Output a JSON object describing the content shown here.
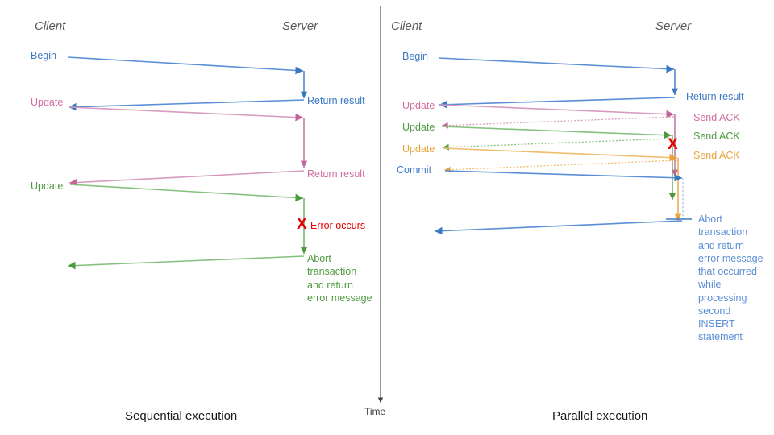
{
  "diagram": {
    "title": "Sequential vs Parallel transaction execution sequence diagram",
    "time_axis": {
      "label": "Time"
    },
    "colors": {
      "blue": "#3b78c3",
      "light_blue": "#5a8fd6",
      "pink": "#d06d9e",
      "green": "#4e9a3e",
      "light_green": "#85c17e",
      "orange": "#e8a33d",
      "red": "#e50000",
      "actor_gray": "#595959",
      "axis_gray": "#404040"
    }
  },
  "left_panel": {
    "caption": "Sequential execution",
    "actors": {
      "client": "Client",
      "server": "Server"
    },
    "client_messages": [
      {
        "label": "Begin",
        "color": "blue"
      },
      {
        "label": "Update",
        "color": "pink"
      },
      {
        "label": "Update",
        "color": "green"
      }
    ],
    "server_messages": [
      {
        "label": "Return result",
        "color": "blue"
      },
      {
        "label": "Return result",
        "color": "pink"
      },
      {
        "label": "Error occurs",
        "color": "red",
        "marker": "x-mark",
        "marker_glyph": "X"
      },
      {
        "label": "Abort\ntransaction\nand return\nerror message",
        "color": "green"
      }
    ]
  },
  "right_panel": {
    "caption": "Parallel execution",
    "actors": {
      "client": "Client",
      "server": "Server"
    },
    "client_messages": [
      {
        "label": "Begin",
        "color": "blue"
      },
      {
        "label": "Update",
        "color": "pink"
      },
      {
        "label": "Update",
        "color": "green"
      },
      {
        "label": "Update",
        "color": "orange"
      },
      {
        "label": "Commit",
        "color": "blue"
      }
    ],
    "server_messages": [
      {
        "label": "Return result",
        "color": "blue"
      },
      {
        "label": "Send ACK",
        "color": "pink"
      },
      {
        "label": "Send ACK",
        "color": "green"
      },
      {
        "label": "Send ACK",
        "color": "orange"
      },
      {
        "label": "",
        "color": "red",
        "marker": "x-mark",
        "marker_glyph": "X"
      },
      {
        "label": "Abort\ntransaction\nand return\nerror message\nthat occurred\nwhile\nprocessing\nsecond\nINSERT\nstatement",
        "color": "light_blue"
      }
    ]
  }
}
